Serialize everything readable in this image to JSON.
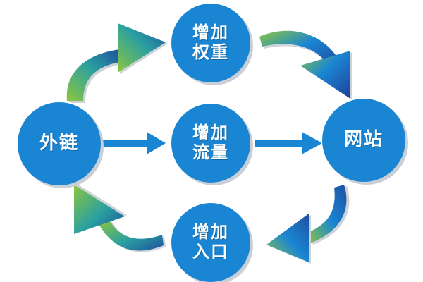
{
  "diagram": {
    "type": "flow-cycle",
    "colors": {
      "node_fill": "#1a86d3",
      "node_shadow": "#c9cfd6",
      "arrow_blue": "#1a86d3",
      "arrow_green": "#8cc63f",
      "arrow_dark_blue": "#1f4fa0",
      "text": "#ffffff"
    },
    "nodes": {
      "backlinks": {
        "line1": "外链"
      },
      "weight": {
        "line1": "增加",
        "line2": "权重"
      },
      "traffic": {
        "line1": "增加",
        "line2": "流量"
      },
      "website": {
        "line1": "网站"
      },
      "entrances": {
        "line1": "增加",
        "line2": "入口"
      }
    },
    "edges": [
      {
        "from": "外链",
        "to": "增加权重",
        "style": "curved green-to-blue arrow"
      },
      {
        "from": "增加权重",
        "to": "网站",
        "style": "curved green-to-blue arrow"
      },
      {
        "from": "外链",
        "to": "增加流量",
        "style": "straight blue arrow"
      },
      {
        "from": "增加流量",
        "to": "网站",
        "style": "straight blue arrow"
      },
      {
        "from": "网站",
        "to": "增加入口",
        "style": "curved blue-to-green arrow"
      },
      {
        "from": "增加入口",
        "to": "外链",
        "style": "curved blue-to-green arrow"
      }
    ]
  }
}
